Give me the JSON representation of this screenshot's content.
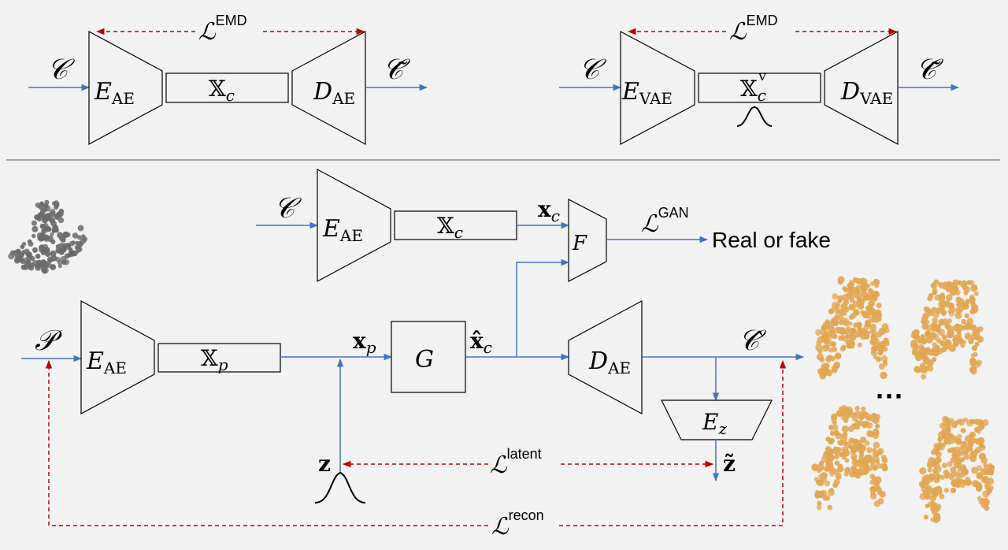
{
  "colors": {
    "background": "#f2f2f2",
    "arrow": "#4472c4",
    "loss": "#c00000",
    "stroke": "#000000",
    "divider": "#a6a6a6",
    "pointcloud_gray": "#6b6b6b",
    "pointcloud_orange": "#e2a652"
  },
  "top_ae": {
    "input": "𝒞",
    "encoder": {
      "symbol": "E",
      "sub": "AE"
    },
    "latent": {
      "symbol": "𝕏",
      "sub": "c"
    },
    "decoder": {
      "symbol": "D",
      "sub": "AE"
    },
    "output": "𝒞̃",
    "loss": {
      "symbol": "ℒ",
      "sup": "EMD"
    }
  },
  "top_vae": {
    "input": "𝒞",
    "encoder": {
      "symbol": "E",
      "sub": "VAE"
    },
    "latent": {
      "symbol": "𝕏",
      "sub": "c",
      "sup": "v"
    },
    "decoder": {
      "symbol": "D",
      "sub": "VAE"
    },
    "output": "𝒞̃",
    "loss": {
      "symbol": "ℒ",
      "sup": "EMD"
    },
    "distribution_icon": "gaussian-icon"
  },
  "bottom": {
    "discriminator_branch": {
      "input": "𝒞",
      "encoder": {
        "symbol": "E",
        "sub": "AE"
      },
      "latent": {
        "symbol": "𝕏",
        "sub": "c"
      },
      "x_label": {
        "symbol": "x",
        "sub": "c"
      },
      "discriminator": "F",
      "loss": {
        "symbol": "ℒ",
        "sup": "GAN"
      },
      "output_text": "Real or fake"
    },
    "main_branch": {
      "input": "𝒫",
      "encoder": {
        "symbol": "E",
        "sub": "AE"
      },
      "latent": {
        "symbol": "𝕏",
        "sub": "p"
      },
      "x_label": {
        "symbol": "x",
        "sub": "p"
      },
      "generator": "G",
      "xhat_label": {
        "symbol": "x̂",
        "sub": "c"
      },
      "decoder": {
        "symbol": "D",
        "sub": "AE"
      },
      "output": "𝒞̂",
      "z_encoder": {
        "symbol": "E",
        "sub": "z"
      },
      "z_label": "z",
      "z_tilde_label": "z̃",
      "latent_loss": {
        "symbol": "ℒ",
        "sup": "latent"
      },
      "recon_loss": {
        "symbol": "ℒ",
        "sup": "recon"
      },
      "ellipsis": "···"
    }
  }
}
